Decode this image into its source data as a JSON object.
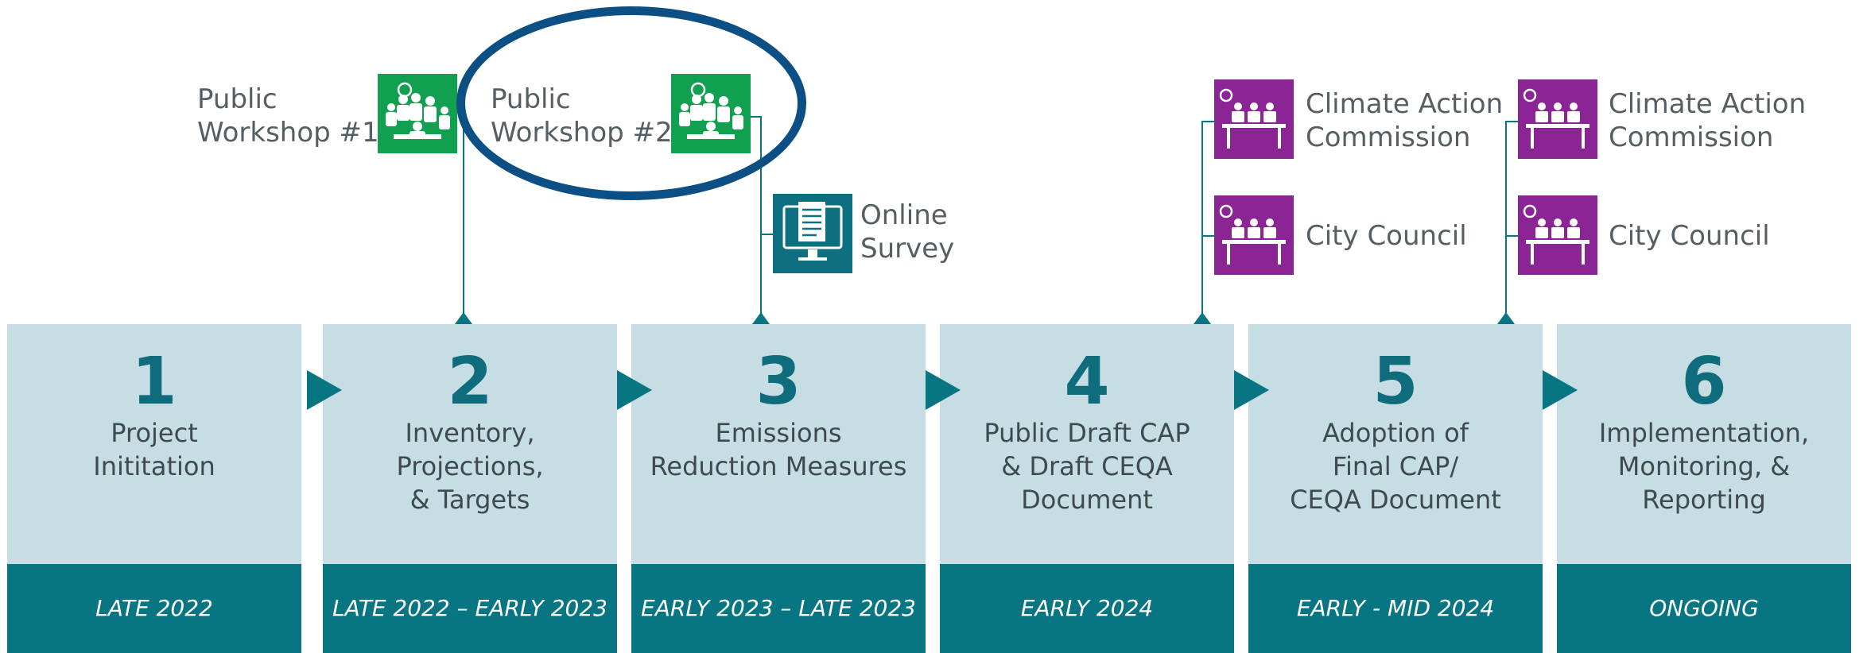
{
  "phases": [
    {
      "number": "1",
      "title": [
        "Project",
        "Inititation"
      ],
      "date": "LATE 2022"
    },
    {
      "number": "2",
      "title": [
        "Inventory,",
        "Projections,",
        "& Targets"
      ],
      "date": "LATE 2022 – EARLY 2023"
    },
    {
      "number": "3",
      "title": [
        "Emissions",
        "Reduction Measures"
      ],
      "date": "EARLY 2023 – LATE 2023"
    },
    {
      "number": "4",
      "title": [
        "Public Draft CAP",
        "& Draft CEQA",
        "Document"
      ],
      "date": "EARLY 2024"
    },
    {
      "number": "5",
      "title": [
        "Adoption of",
        "Final CAP/",
        "CEQA Document"
      ],
      "date": "EARLY - MID 2024"
    },
    {
      "number": "6",
      "title": [
        "Implementation,",
        "Monitoring, &",
        "Reporting"
      ],
      "date": "ONGOING"
    }
  ],
  "events": {
    "workshop1": [
      "Public",
      "Workshop #1"
    ],
    "workshop2": [
      "Public",
      "Workshop #2"
    ],
    "online_survey": [
      "Online",
      "Survey"
    ],
    "commission_a": [
      "Climate Action",
      "Commission"
    ],
    "council_a": "City Council",
    "commission_b": [
      "Climate Action",
      "Commission"
    ],
    "council_b": "City Council"
  },
  "icons": {
    "workshop": "workshop-people-icon",
    "survey": "computer-document-icon",
    "meeting": "meeting-panel-icon"
  },
  "colors": {
    "phase_light": "#c6dde3",
    "phase_dark": "#077582",
    "number": "#0e6c7c",
    "workshop_icon": "#11a04f",
    "survey_icon": "#0d6f80",
    "meeting_icon": "#8b2596",
    "highlight": "#0b4f85"
  }
}
